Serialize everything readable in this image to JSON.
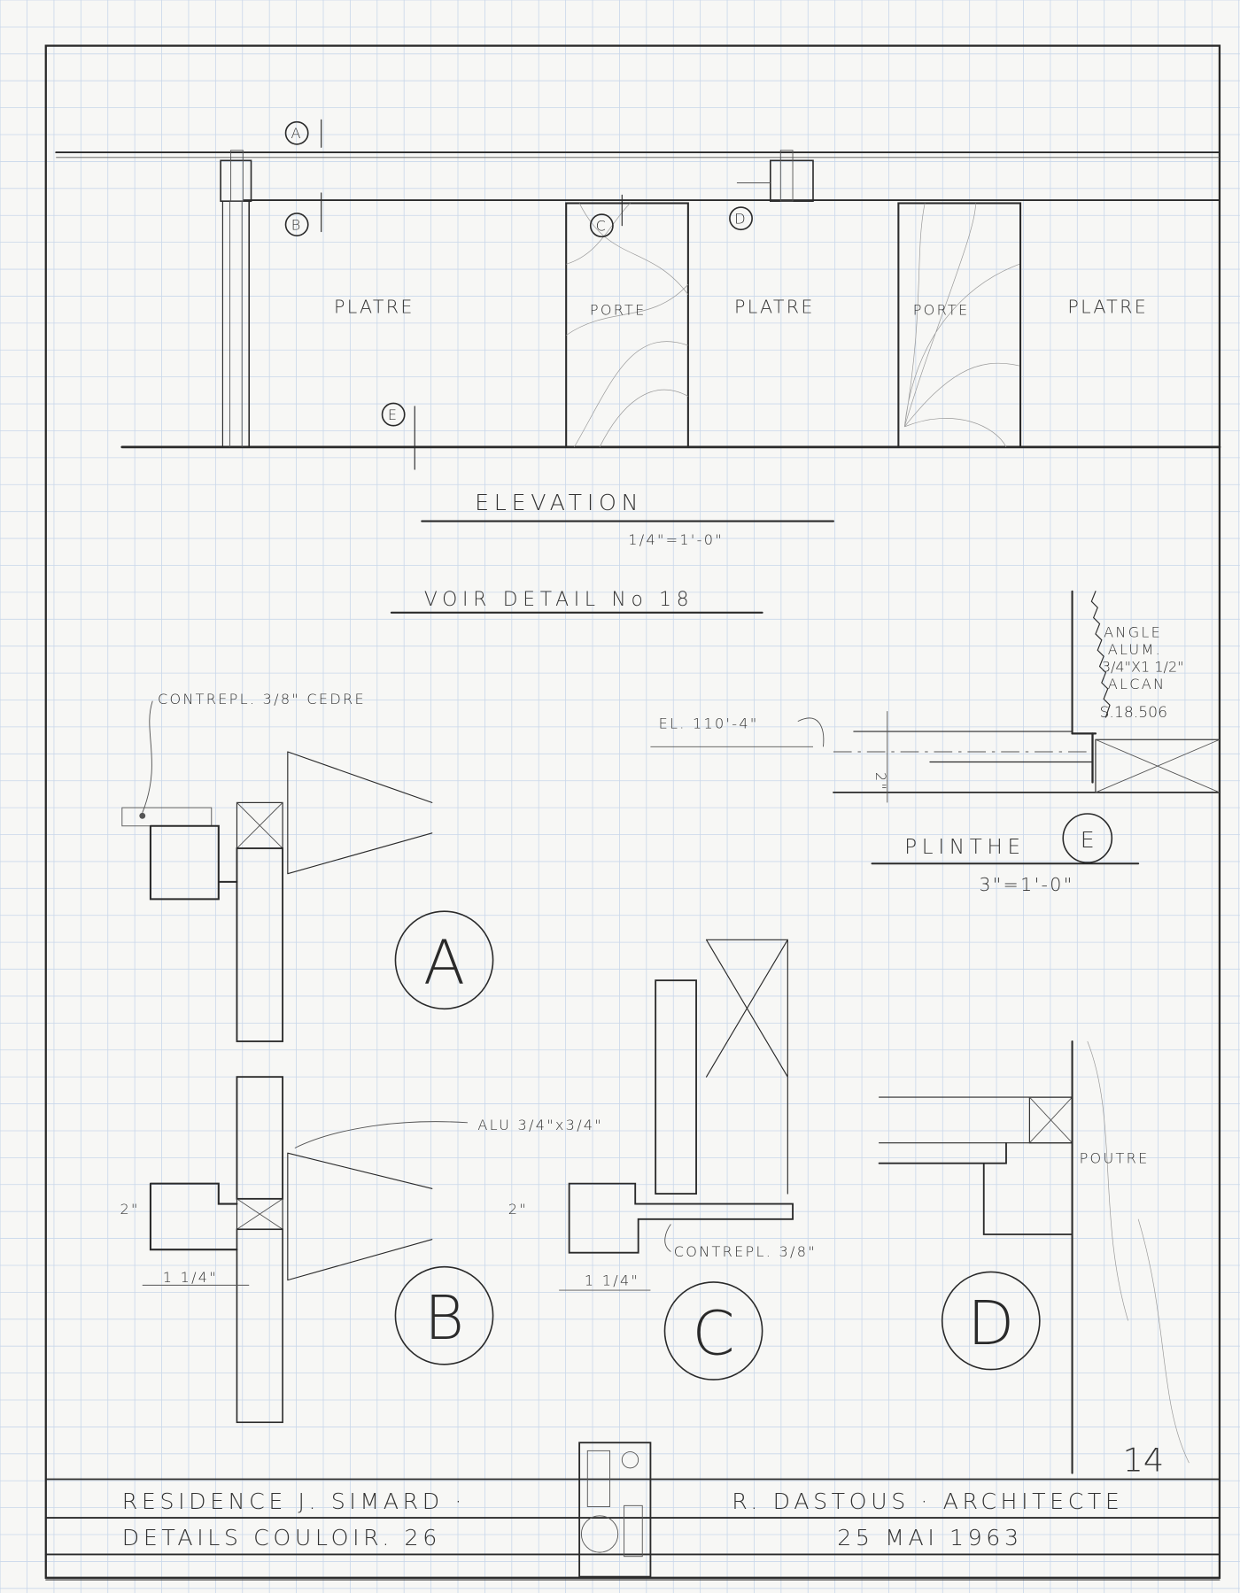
{
  "elevation": {
    "markers": [
      "A",
      "B",
      "C",
      "D",
      "E"
    ],
    "labels": [
      "PLATRE",
      "PORTE",
      "PLATRE",
      "PORTE",
      "PLATRE"
    ],
    "title": "ELEVATION",
    "scale": "1/4\"=1'-0\"",
    "reference": "VOIR DETAIL No 18"
  },
  "details": {
    "A": {
      "letter": "A",
      "note": "CONTREPL. 3/8\" CEDRE"
    },
    "B": {
      "letter": "B",
      "dimension": "1 1/4\"",
      "note": "ALU 3/4\"x3/4\""
    },
    "C": {
      "letter": "C",
      "dimension": "1 1/4\"",
      "note": "CONTREPL. 3/8\""
    },
    "D": {
      "letter": "D",
      "note": "POUTRE"
    },
    "dim_2in": "2\""
  },
  "plinthe": {
    "elevation_note": "EL. 110'-4\"",
    "angle_lines": [
      "ANGLE",
      "ALUM.",
      "3/4\"X1 1/2\"",
      "ALCAN",
      "S.18.506"
    ],
    "title": "PLINTHE",
    "marker": "E",
    "scale": "3\"=1'-0\"",
    "dimension": "2\""
  },
  "title_block": {
    "sheet_number": "14",
    "project": "RESIDENCE J. SIMARD ·",
    "drawing": "DETAILS COULOIR. 26",
    "architect": "R. DASTOUS · ARCHITECTE",
    "date": "25 MAI 1963"
  }
}
